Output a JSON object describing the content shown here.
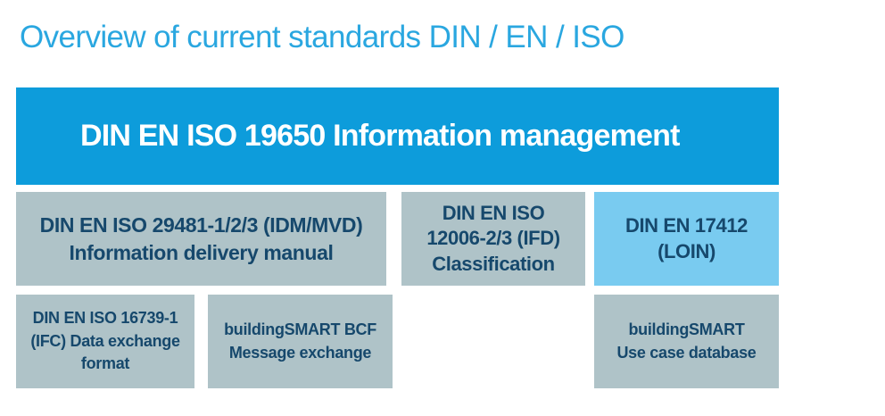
{
  "title": "Overview of current standards DIN / EN / ISO",
  "banner": {
    "label": "DIN EN ISO 19650 Information management"
  },
  "middle_row": [
    {
      "id": "idm-mvd",
      "variant": "gray",
      "lines": [
        "DIN EN ISO 29481-1/2/3 (IDM/MVD)",
        "Information delivery manual"
      ]
    },
    {
      "id": "ifd-classification",
      "variant": "gray",
      "lines": [
        "DIN EN ISO",
        "12006-2/3 (IFD)",
        "Classification"
      ]
    },
    {
      "id": "loin",
      "variant": "highlight",
      "lines": [
        "DIN EN 17412",
        "(LOIN)"
      ]
    }
  ],
  "bottom_row": [
    {
      "id": "ifc-data-exchange",
      "variant": "gray",
      "lines": [
        "DIN EN ISO 16739-1",
        "(IFC) Data exchange",
        "format"
      ]
    },
    {
      "id": "bcf-message-exchange",
      "variant": "gray",
      "lines": [
        "buildingSMART BCF",
        "Message exchange"
      ]
    },
    {
      "id": "use-case-database",
      "variant": "gray",
      "lines": [
        "buildingSMART",
        "Use case database"
      ]
    }
  ],
  "colors": {
    "title_blue": "#2aa7e0",
    "banner_blue": "#0d9cdb",
    "box_gray": "#afc3c8",
    "box_light_blue": "#79cbf0",
    "text_navy": "#16486c",
    "banner_text": "#ffffff",
    "background": "#ffffff"
  }
}
